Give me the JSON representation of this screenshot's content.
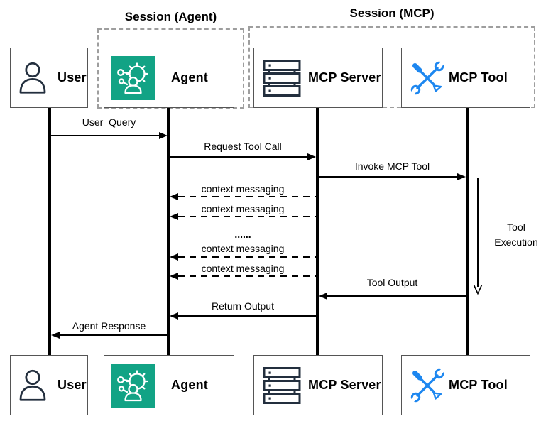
{
  "diagram": {
    "sessions": {
      "agent": {
        "label": "Session (Agent)"
      },
      "mcp": {
        "label": "Session (MCP)"
      }
    },
    "actors": {
      "user": {
        "label": "User"
      },
      "agent": {
        "label": "Agent"
      },
      "mcp_server": {
        "label": "MCP Server"
      },
      "mcp_tool": {
        "label": "MCP Tool"
      }
    },
    "messages": {
      "user_query": "User  Query",
      "request_tool_call": "Request Tool Call",
      "invoke_mcp_tool": "Invoke MCP Tool",
      "context_messaging_1": "context messaging",
      "context_messaging_2": "context messaging",
      "ellipsis": "......",
      "context_messaging_3": "context messaging",
      "context_messaging_4": "context messaging",
      "tool_output": "Tool Output",
      "return_output": "Return Output",
      "agent_response": "Agent Response",
      "tool_execution_line1": "Tool",
      "tool_execution_line2": "Execution"
    },
    "icons": {
      "user": "person-icon",
      "agent": "agent-brain-gear-icon",
      "mcp_server": "server-rack-icon",
      "mcp_tool": "wrench-screwdriver-icon"
    },
    "colors": {
      "outline_navy": "#232F3E",
      "agent_teal": "#12A385",
      "tool_blue": "#1D87F0",
      "session_dash_gray": "#9E9E9E",
      "line_black": "#000000"
    }
  }
}
